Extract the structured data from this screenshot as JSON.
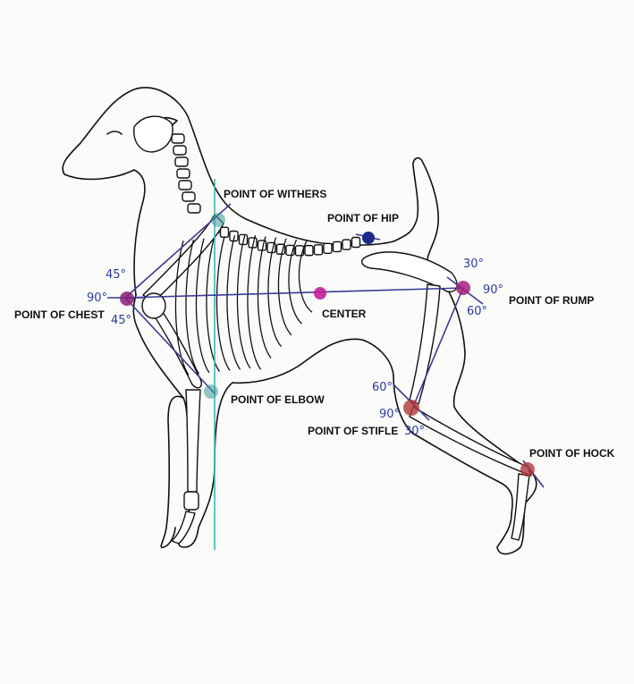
{
  "labels": {
    "withers": "POINT OF WITHERS",
    "hip": "POINT OF HIP",
    "chest": "POINT OF CHEST",
    "center": "CENTER",
    "rump": "POINT OF RUMP",
    "elbow": "POINT OF ELBOW",
    "stifle": "POINT OF STIFLE",
    "hock": "POINT OF HOCK"
  },
  "angles": {
    "chest_top": "45°",
    "chest_left": "90°",
    "chest_bottom": "45°",
    "rump_top": "30°",
    "rump_right": "90°",
    "rump_bottom": "60°",
    "stifle_top": "60°",
    "stifle_left": "90°",
    "stifle_bottom": "30°"
  },
  "colors": {
    "outline": "#111111",
    "construction_line": "#3a3a9a",
    "vertical_line": "#3cb7b2",
    "point_chest": "#8a1f7a",
    "point_center": "#c21f9a",
    "point_rump": "#a52080",
    "point_hip": "#1f2a8a",
    "point_withers": "#3c9a9a",
    "point_elbow": "#3c9a9a",
    "point_stifle": "#b03a3a",
    "point_hock": "#b03a3a",
    "angle_text": "#2a3aa0"
  }
}
